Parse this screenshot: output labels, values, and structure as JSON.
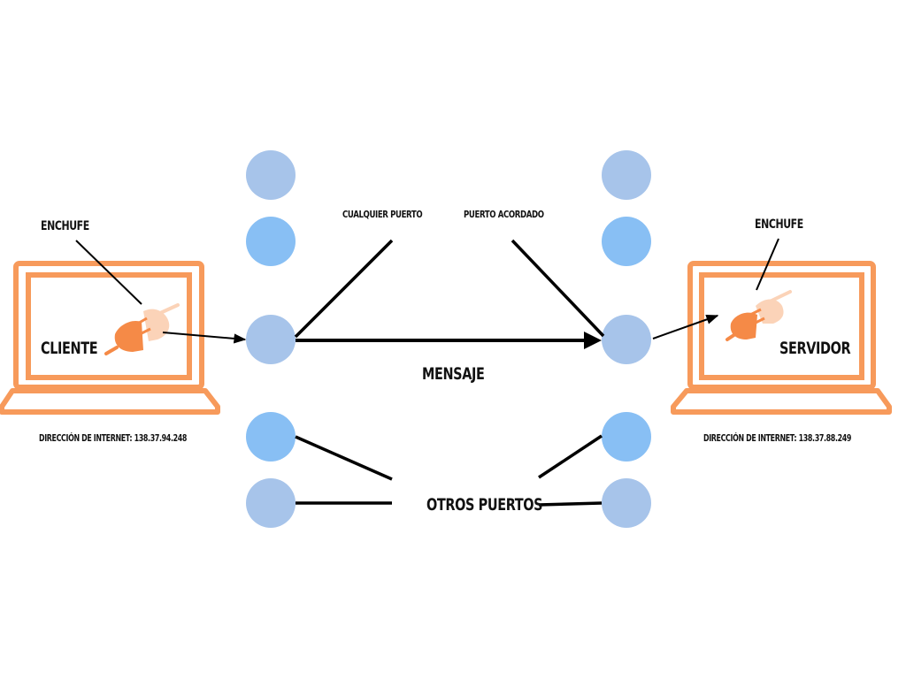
{
  "client": {
    "socket_label": "ENCHUFE",
    "name": "CLIENTE",
    "address": "DIRECCIÓN DE INTERNET: 138.37.94.248"
  },
  "server": {
    "socket_label": "ENCHUFE",
    "name": "SERVIDOR",
    "address": "DIRECCIÓN DE INTERNET: 138.37.88.249"
  },
  "labels": {
    "any_port": "CUALQUIER PUERTO",
    "agreed_port": "PUERTO ACORDADO",
    "message": "MENSAJE",
    "other_ports": "OTROS PUERTOS"
  },
  "colors": {
    "laptop": "#f79a5b",
    "plug_dark": "#f58a47",
    "plug_light": "#fbd3b8",
    "port_light": "#a7c4ea",
    "port_medium": "#88bff4",
    "line": "#000000"
  }
}
